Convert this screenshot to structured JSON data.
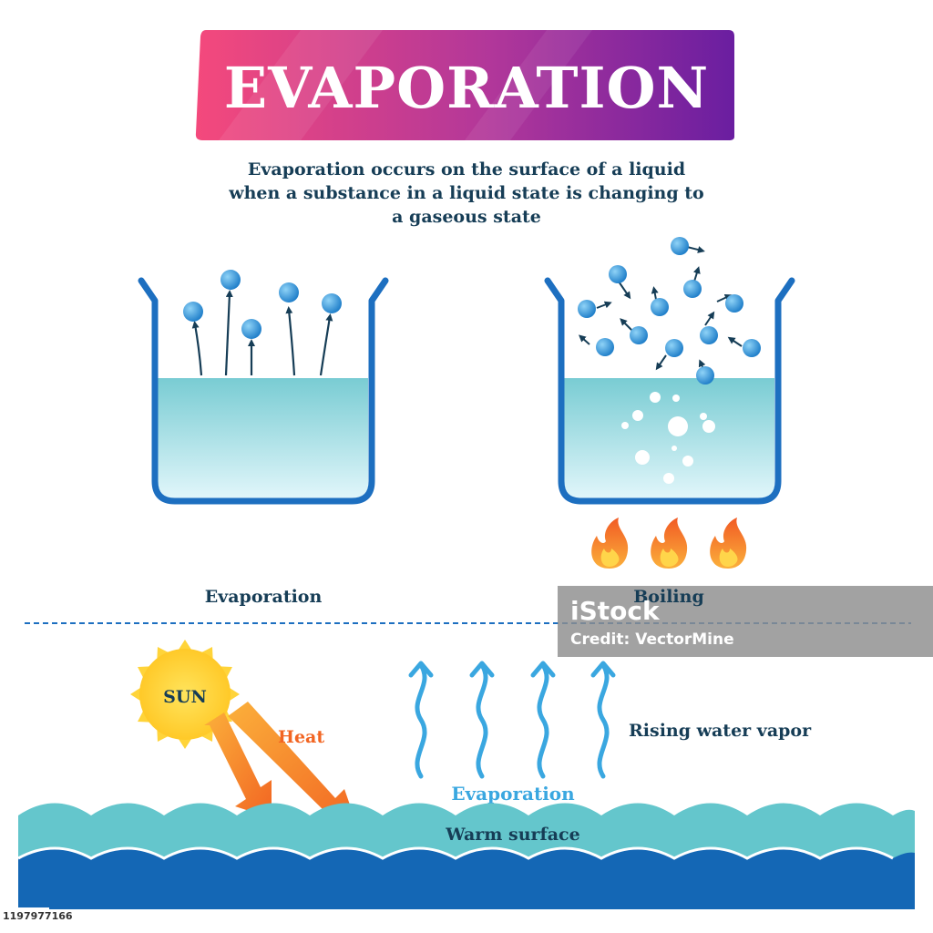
{
  "title": "EVAPORATION",
  "subtitle_lines": [
    "Evaporation occurs on the surface of a liquid",
    "when a substance in a liquid state is changing to",
    "a gaseous state"
  ],
  "left_beaker_label": "Evaporation",
  "right_beaker_label": "Boiling",
  "sun_label": "SUN",
  "heat_label": "Heat",
  "rising_label": "Rising water vapor",
  "evaporation_label": "Evaporation",
  "surface_label": "Warm surface",
  "watermark_brand": "iStock",
  "watermark_credit": "Credit: VectorMine",
  "stock_id": "1197977166",
  "colors": {
    "title_gradient_start": "#f0457a",
    "title_gradient_end": "#6e1fa0",
    "text_dark": "#163d56",
    "beaker_outline": "#1d6fc0",
    "water_top": "#6ec9d0",
    "water_bottom": "#dff6fb",
    "molecule": "#2a8fd6",
    "heat_orange": "#f08a2a",
    "vapor_blue": "#3aa7e0",
    "sea_light": "#64c6cc",
    "sea_deep": "#1467b5",
    "sun_yellow": "#ffd43a"
  }
}
